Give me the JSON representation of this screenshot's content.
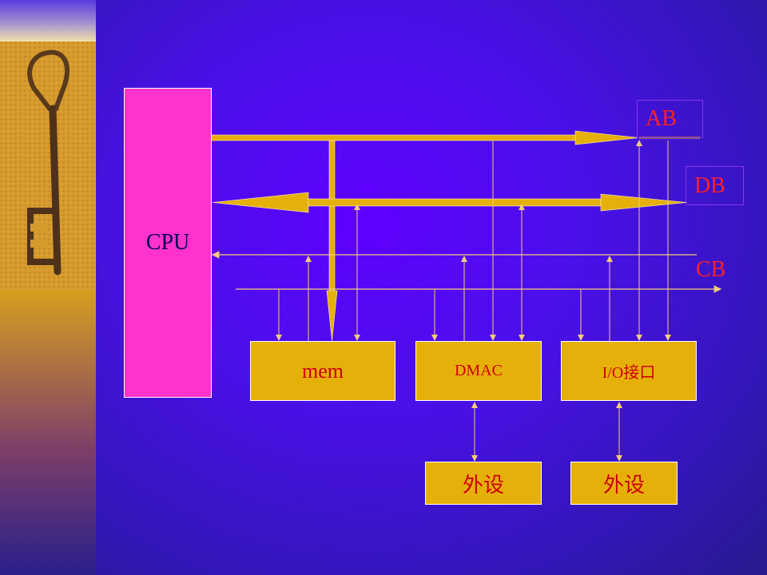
{
  "colors": {
    "background": "#5f00ff",
    "bus": "#e6b00a",
    "cpu_fill": "#ff33cc",
    "component_fill": "#e6b00a",
    "label_red": "#ff2222",
    "control_line": "#f2cc7a"
  },
  "cpu": {
    "label": "CPU"
  },
  "buses": {
    "address": {
      "label": "AB"
    },
    "data": {
      "label": "DB"
    },
    "control": {
      "label": "CB"
    }
  },
  "components": {
    "memory": {
      "label": "mem"
    },
    "dmac": {
      "label": "DMAC"
    },
    "io_interface": {
      "label": "I/O接口"
    }
  },
  "peripherals": {
    "dmac_device": {
      "label": "外设"
    },
    "io_device": {
      "label": "外设"
    }
  },
  "decor": {
    "sidebar_image": "antique-key-icon"
  }
}
